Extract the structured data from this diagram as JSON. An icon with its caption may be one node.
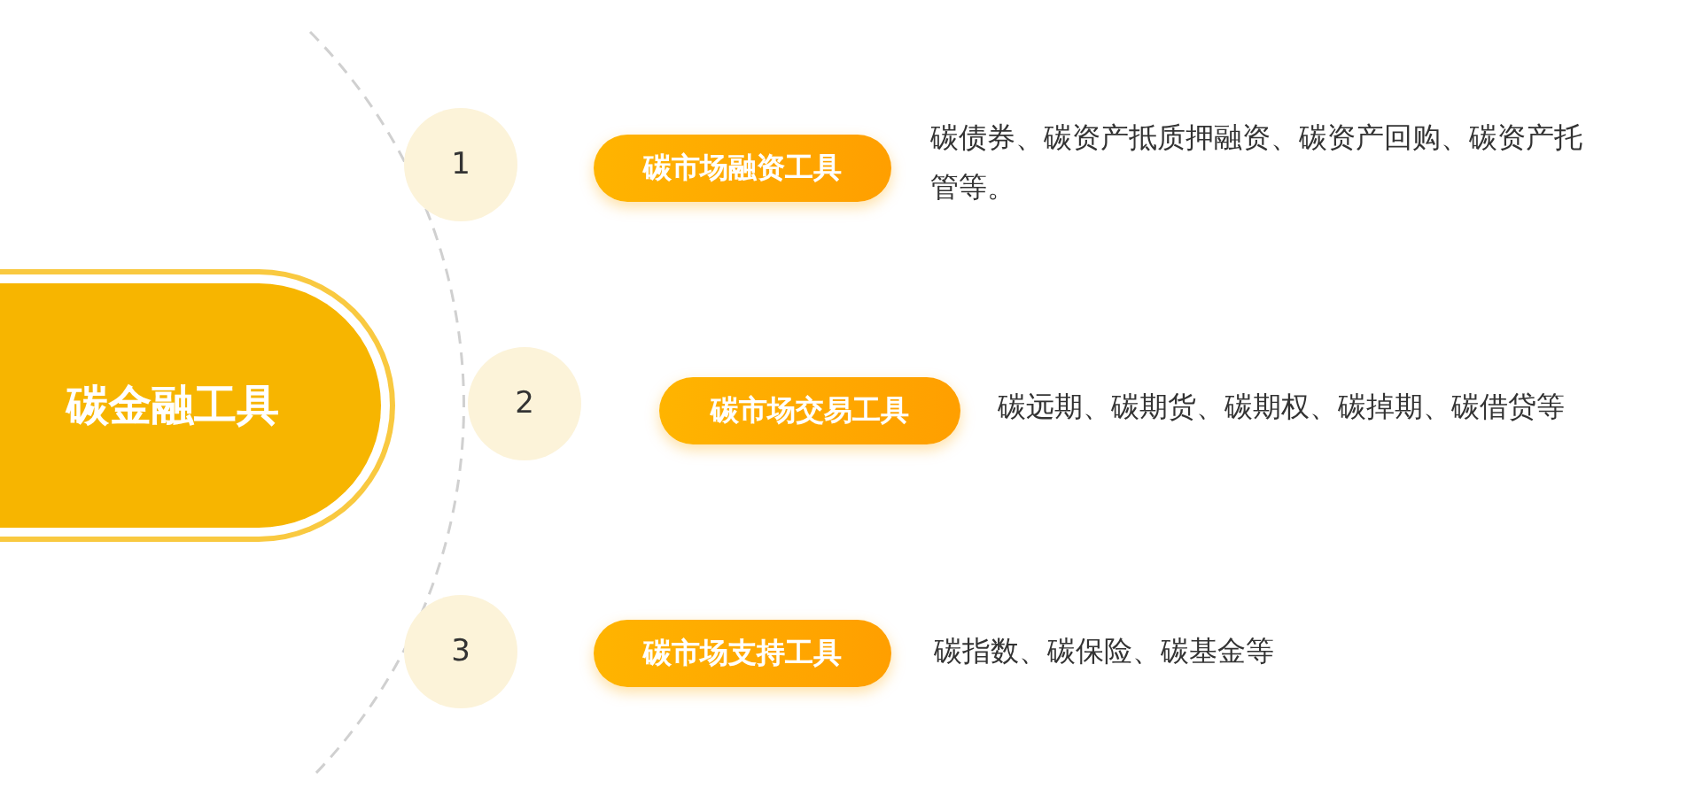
{
  "diagram": {
    "nodes": [
      {
        "text": [
          "碳金融工具"
        ]
      },
      {
        "text": [
          "1"
        ]
      },
      {
        "text": [
          "碳市场融资工具"
        ],
        "beside": [
          "碳债券、碳资产抵质押融资、碳资产回购、碳资产托管等。"
        ]
      },
      {
        "text": [
          "2"
        ]
      },
      {
        "text": [
          "碳市场交易工具"
        ],
        "beside": [
          "碳远期、碳期货、碳期权、碳掉期、碳借贷等"
        ]
      },
      {
        "text": [
          "3"
        ]
      },
      {
        "text": [
          "碳市场支持工具"
        ],
        "beside": [
          "碳指数、碳保险、碳基金等"
        ]
      }
    ]
  }
}
